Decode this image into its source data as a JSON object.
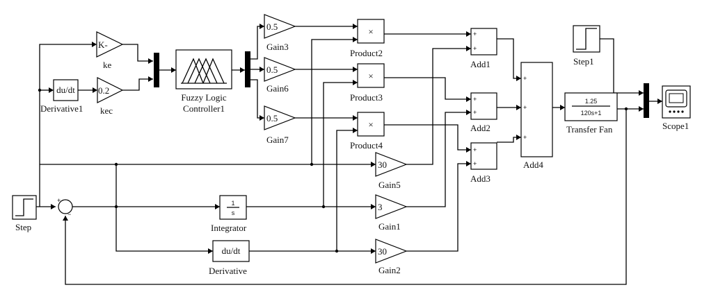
{
  "blocks": {
    "ke": {
      "label": "ke",
      "text": "K-"
    },
    "kec": {
      "label": "kec",
      "text": "0.2"
    },
    "derivative1": {
      "label": "Derivative1",
      "text": "du/dt"
    },
    "fuzzy": {
      "label_line1": "Fuzzy Logic",
      "label_line2": "Controller1"
    },
    "gain3": {
      "label": "Gain3",
      "text": "0.5"
    },
    "gain6": {
      "label": "Gain6",
      "text": "0.5"
    },
    "gain7": {
      "label": "Gain7",
      "text": "0.5"
    },
    "product2": {
      "label": "Product2",
      "text": "×"
    },
    "product3": {
      "label": "Product3",
      "text": "×"
    },
    "product4": {
      "label": "Product4",
      "text": "×"
    },
    "add1": {
      "label": "Add1"
    },
    "add2": {
      "label": "Add2"
    },
    "add3": {
      "label": "Add3"
    },
    "add4": {
      "label": "Add4"
    },
    "gain5": {
      "label": "Gain5",
      "text": "30"
    },
    "gain1": {
      "label": "Gain1",
      "text": "3"
    },
    "gain2": {
      "label": "Gain2",
      "text": "30"
    },
    "integrator": {
      "label": "Integrator",
      "num": "1",
      "den": "s"
    },
    "derivative": {
      "label": "Derivative",
      "text": "du/dt"
    },
    "step": {
      "label": "Step"
    },
    "step1": {
      "label": "Step1"
    },
    "transfer": {
      "label": "Transfer Fan",
      "num": "1.25",
      "den": "120s+1"
    },
    "scope": {
      "label": "Scope1"
    },
    "sum": {
      "plus": "+",
      "minus": "−"
    },
    "add_sign": "+"
  }
}
